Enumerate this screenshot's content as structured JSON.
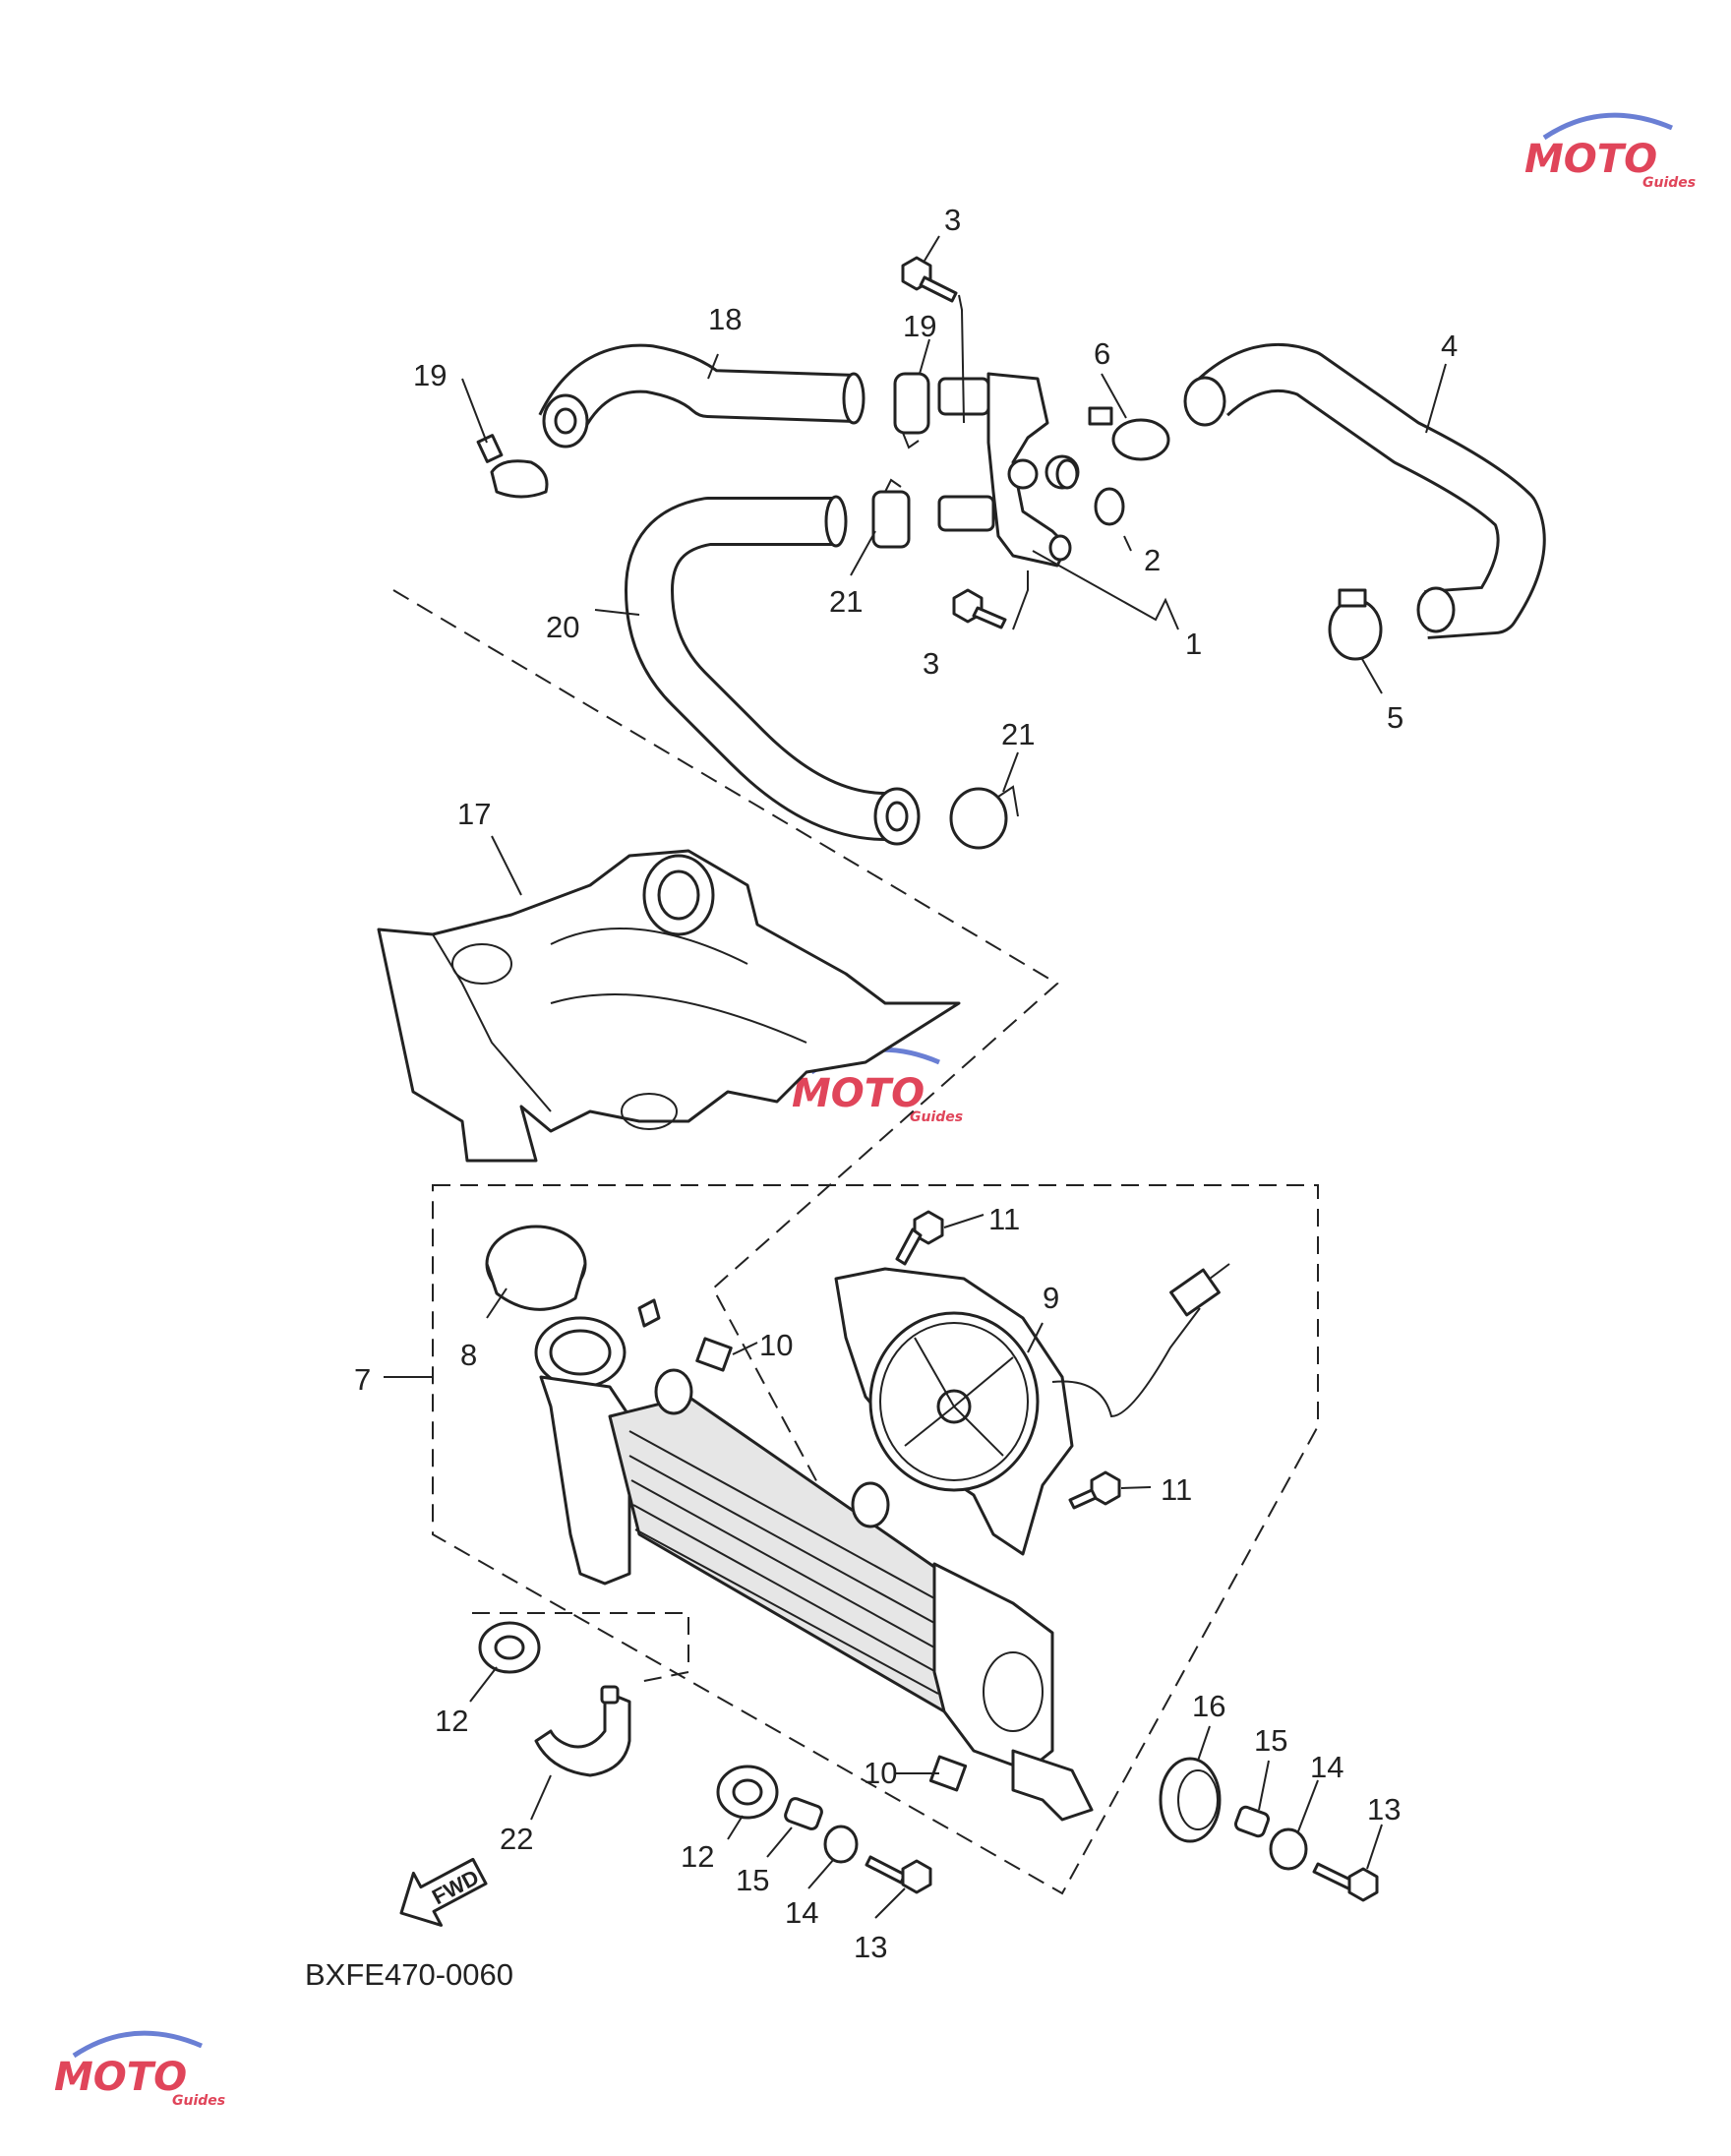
{
  "diagram_code": "BXFE470-0060",
  "arrow_label": "FWD",
  "watermark": {
    "brand": "MOTO",
    "sub": "Guides",
    "color": "#e0455a",
    "swoosh_color": "#6a7fd4"
  },
  "callouts": {
    "c1": "1",
    "c2": "2",
    "c3a": "3",
    "c3b": "3",
    "c4": "4",
    "c5": "5",
    "c6": "6",
    "c7": "7",
    "c8": "8",
    "c9": "9",
    "c10a": "10",
    "c10b": "10",
    "c11a": "11",
    "c11b": "11",
    "c12a": "12",
    "c12b": "12",
    "c13a": "13",
    "c13b": "13",
    "c14a": "14",
    "c14b": "14",
    "c15a": "15",
    "c15b": "15",
    "c16": "16",
    "c17": "17",
    "c18": "18",
    "c19a": "19",
    "c19b": "19",
    "c20": "20",
    "c21a": "21",
    "c21b": "21",
    "c22": "22"
  }
}
